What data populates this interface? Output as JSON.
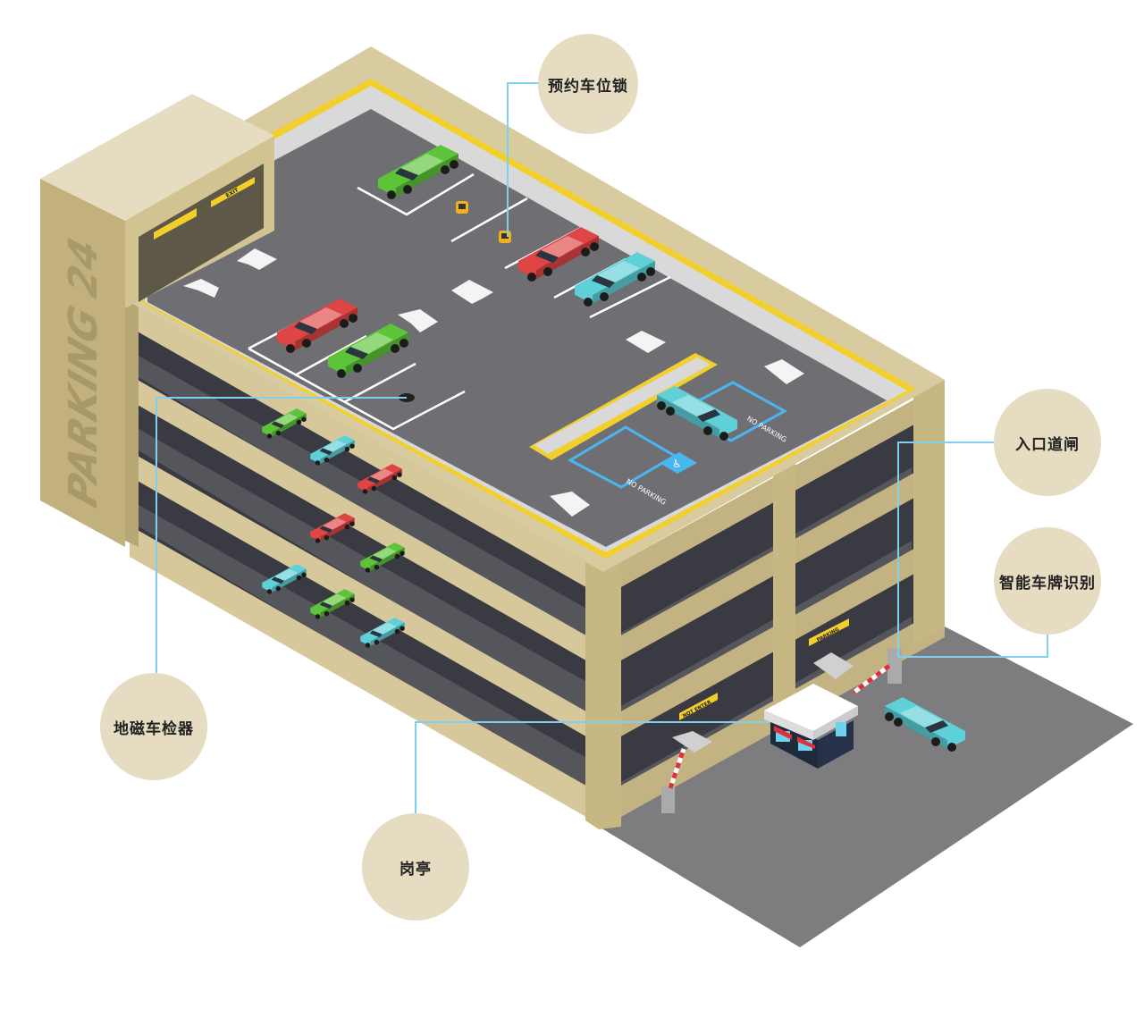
{
  "building": {
    "tower_sign": "PARKING 24",
    "exit_sign": "EXIT",
    "not_enter_sign": "NOT ENTER",
    "parking_sign": "PARKING",
    "no_parking_marking": "NO PARKING"
  },
  "callouts": [
    {
      "id": "reservation-lock",
      "label": "预约车位锁"
    },
    {
      "id": "entrance-gate",
      "label": "入口道闸"
    },
    {
      "id": "plate-recognition",
      "label": "智能车牌识别"
    },
    {
      "id": "geomagnetic-detector",
      "label": "地磁车检器"
    },
    {
      "id": "guard-booth",
      "label": "岗亭"
    }
  ],
  "colors": {
    "callout_bg": "#e6dcc2",
    "leader_line": "#7fd0ee",
    "building": "#d6c89b",
    "asphalt": "#6f6f73",
    "accent_yellow": "#f2cf2a"
  }
}
